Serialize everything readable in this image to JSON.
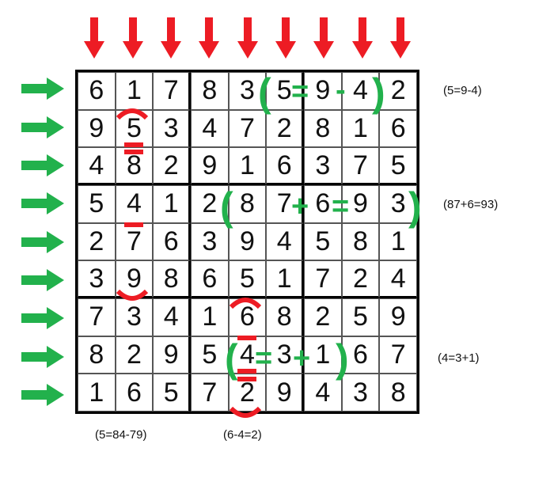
{
  "board": [
    [
      6,
      1,
      7,
      8,
      3,
      5,
      9,
      4,
      2
    ],
    [
      9,
      5,
      3,
      4,
      7,
      2,
      8,
      1,
      6
    ],
    [
      4,
      8,
      2,
      9,
      1,
      6,
      3,
      7,
      5
    ],
    [
      5,
      4,
      1,
      2,
      8,
      7,
      6,
      9,
      3
    ],
    [
      2,
      7,
      6,
      3,
      9,
      4,
      5,
      8,
      1
    ],
    [
      3,
      9,
      8,
      6,
      5,
      1,
      7,
      2,
      4
    ],
    [
      7,
      3,
      4,
      1,
      6,
      8,
      2,
      5,
      9
    ],
    [
      8,
      2,
      9,
      5,
      4,
      3,
      1,
      6,
      7
    ],
    [
      1,
      6,
      5,
      7,
      2,
      9,
      4,
      3,
      8
    ]
  ],
  "symbols": {
    "open": "(",
    "close": ")",
    "eq": "=",
    "minus": "-",
    "plus": "+"
  },
  "notes": {
    "row1": "(5=9-4)",
    "row4": "(87+6=93)",
    "row8": "(4=3+1)",
    "col2": "(5=84-79)",
    "col5": "(6-4=2)"
  },
  "colors": {
    "row_highlight": "#22b14c",
    "col_highlight": "#ed1c24"
  }
}
